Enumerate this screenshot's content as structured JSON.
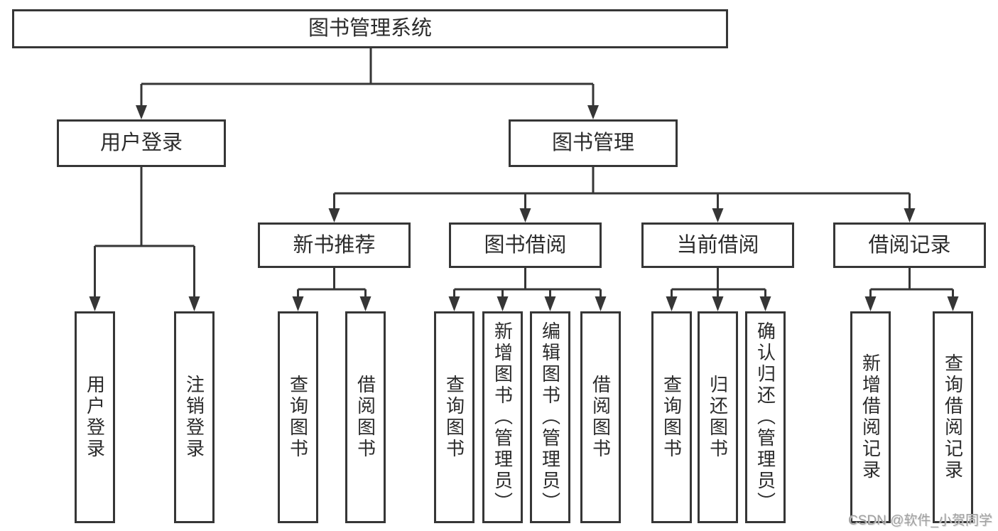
{
  "nodes": {
    "root": {
      "label": "图书管理系统"
    },
    "user_login": {
      "label": "用户登录"
    },
    "book_management": {
      "label": "图书管理"
    },
    "new_book_recommend": {
      "label": "新书推荐"
    },
    "book_borrow": {
      "label": "图书借阅"
    },
    "current_borrow": {
      "label": "当前借阅"
    },
    "borrow_records": {
      "label": "借阅记录"
    },
    "leaf_user_login": {
      "label": "用户登录"
    },
    "leaf_logout": {
      "label": "注销登录"
    },
    "leaf_query_book_recommend": {
      "label": "查询图书"
    },
    "leaf_borrow_book_recommend": {
      "label": "借阅图书"
    },
    "leaf_query_book_borrow": {
      "label": "查询图书"
    },
    "leaf_add_book_admin": {
      "label": "新增图书（管理员）"
    },
    "leaf_edit_book_admin": {
      "label": "编辑图书（管理员）"
    },
    "leaf_borrow_book_borrow": {
      "label": "借阅图书"
    },
    "leaf_query_book_current": {
      "label": "查询图书"
    },
    "leaf_return_book": {
      "label": "归还图书"
    },
    "leaf_confirm_return_admin": {
      "label": "确认归还（管理员）"
    },
    "leaf_add_borrow_record": {
      "label": "新增借阅记录"
    },
    "leaf_query_borrow_record": {
      "label": "查询借阅记录"
    }
  },
  "watermark": {
    "text": "CSDN @软件_小贺同学"
  },
  "colors": {
    "line": "#363636",
    "text": "#2b2b2b",
    "background": "#ffffff",
    "watermark": "#a0a0a0"
  }
}
